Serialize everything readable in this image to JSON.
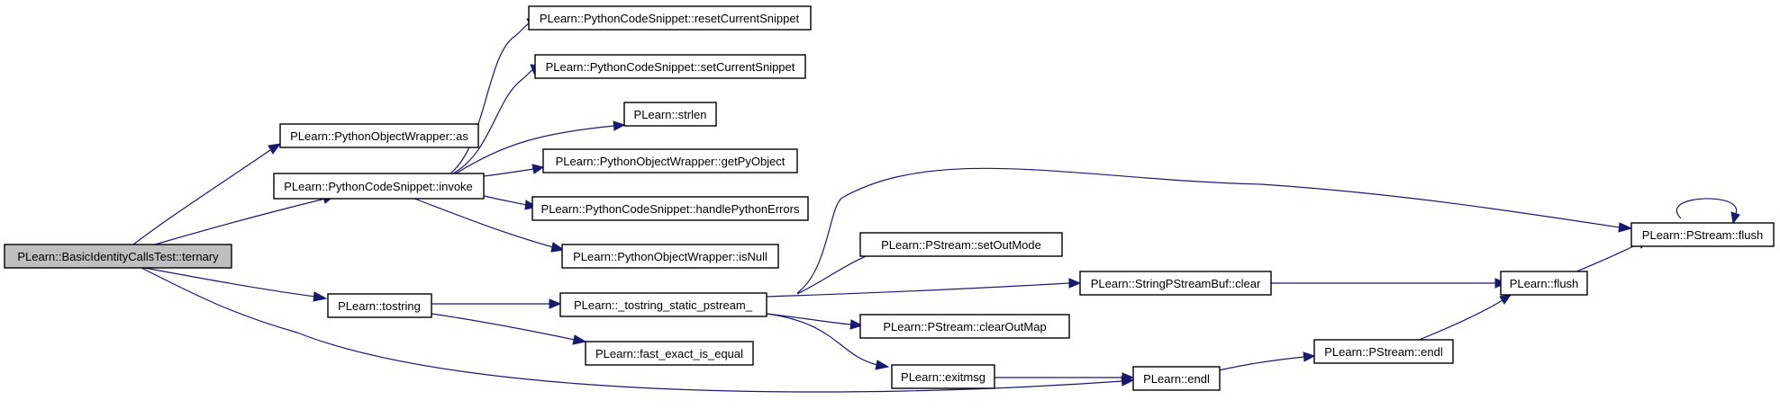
{
  "colors": {
    "edge": "#191970",
    "root_fill": "#bfbfbf",
    "node_fill": "#ffffff",
    "node_border": "#000000"
  },
  "nodes": {
    "ternary": "PLearn::BasicIdentityCallsTest::ternary",
    "as": "PLearn::PythonObjectWrapper::as",
    "invoke": "PLearn::PythonCodeSnippet::invoke",
    "tostring": "PLearn::tostring",
    "endl": "PLearn::endl",
    "resetCurrentSnippet": "PLearn::PythonCodeSnippet::resetCurrentSnippet",
    "setCurrentSnippet": "PLearn::PythonCodeSnippet::setCurrentSnippet",
    "strlen": "PLearn::strlen",
    "getPyObject": "PLearn::PythonObjectWrapper::getPyObject",
    "handlePythonErrors": "PLearn::PythonCodeSnippet::handlePythonErrors",
    "isNull": "PLearn::PythonObjectWrapper::isNull",
    "tostring_static": "PLearn::_tostring_static_pstream_",
    "fast_exact": "PLearn::fast_exact_is_equal",
    "setOutMode": "PLearn::PStream::setOutMode",
    "clearOutMap": "PLearn::PStream::clearOutMap",
    "exitmsg": "PLearn::exitmsg",
    "sbuf_clear": "PLearn::StringPStreamBuf::clear",
    "pstream_endl": "PLearn::PStream::endl",
    "flush": "PLearn::flush",
    "pstream_flush": "PLearn::PStream::flush"
  }
}
